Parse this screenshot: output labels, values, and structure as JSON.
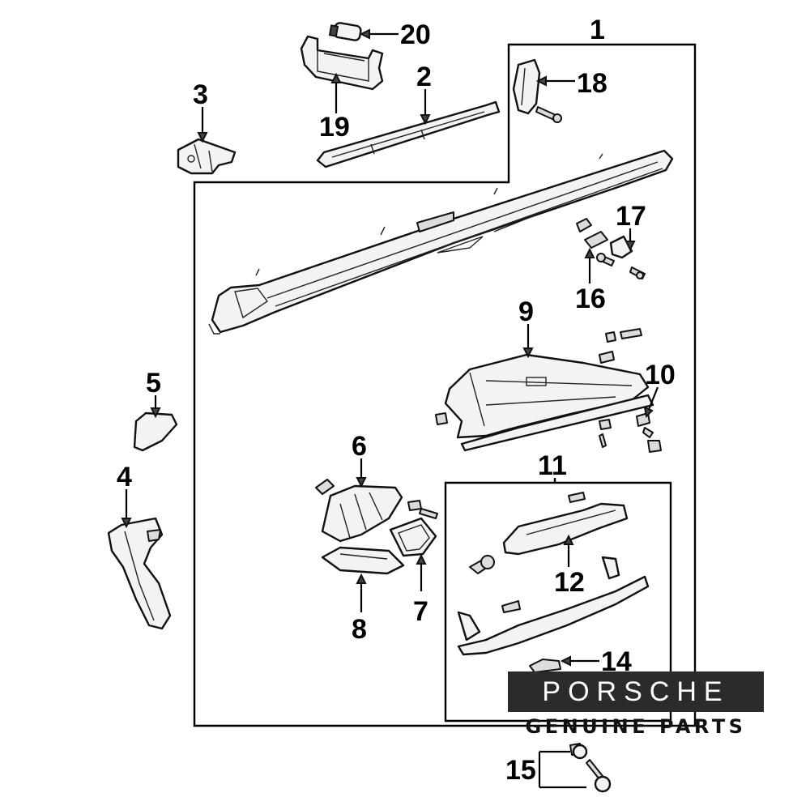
{
  "diagram": {
    "callouts": [
      "1",
      "2",
      "3",
      "4",
      "5",
      "6",
      "7",
      "8",
      "9",
      "10",
      "11",
      "12",
      "14",
      "15",
      "16",
      "17",
      "18",
      "19",
      "20"
    ]
  },
  "logo": {
    "wordmark": "PORSCHE",
    "tagline": "GENUINE PARTS"
  }
}
